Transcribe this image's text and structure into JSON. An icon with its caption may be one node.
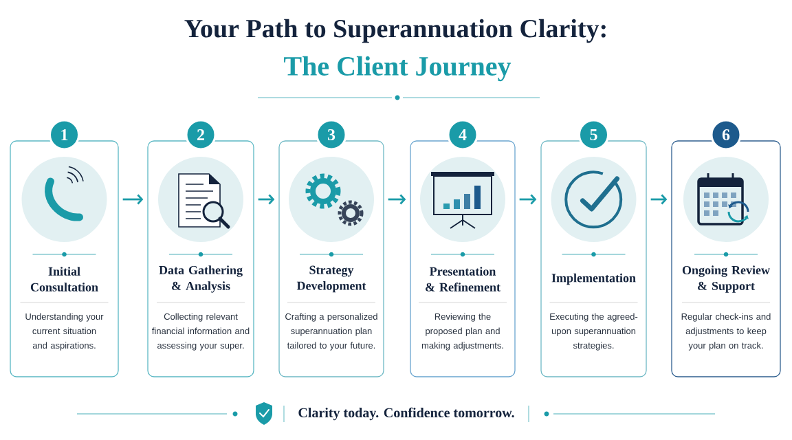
{
  "diagram": {
    "title": "Your Path to Superannuation Clarity:",
    "nodes": [
      {
        "text": [
          "1",
          "Initial Consultation",
          "Understanding your current situation and aspirations."
        ]
      },
      {
        "text": [
          "2",
          "Data Gathering & Analysis",
          "Collecting relevant financial information and assessing your super."
        ]
      },
      {
        "text": [
          "3",
          "Strategy Development",
          "Crafting a personalized superannuation plan tailored to your future."
        ]
      },
      {
        "text": [
          "4",
          "Presentation & Refinement",
          "Reviewing the proposed plan and making adjustments."
        ]
      },
      {
        "text": [
          "5",
          "Implementation",
          "Executing the agreed-upon superannuation strategies."
        ]
      },
      {
        "text": [
          "6",
          "Ongoing Review & Support",
          "Regular check-ins and adjustments to keep your plan on track."
        ]
      }
    ],
    "edges": [
      {
        "from": 0,
        "to": 1,
        "arrow": "to"
      },
      {
        "from": 1,
        "to": 2,
        "arrow": "to"
      },
      {
        "from": 2,
        "to": 3,
        "arrow": "to"
      },
      {
        "from": 3,
        "to": 4,
        "arrow": "to"
      },
      {
        "from": 4,
        "to": 5,
        "arrow": "to"
      }
    ],
    "labels": [
      "The Client Journey",
      "Clarity today. Confidence tomorrow."
    ]
  }
}
